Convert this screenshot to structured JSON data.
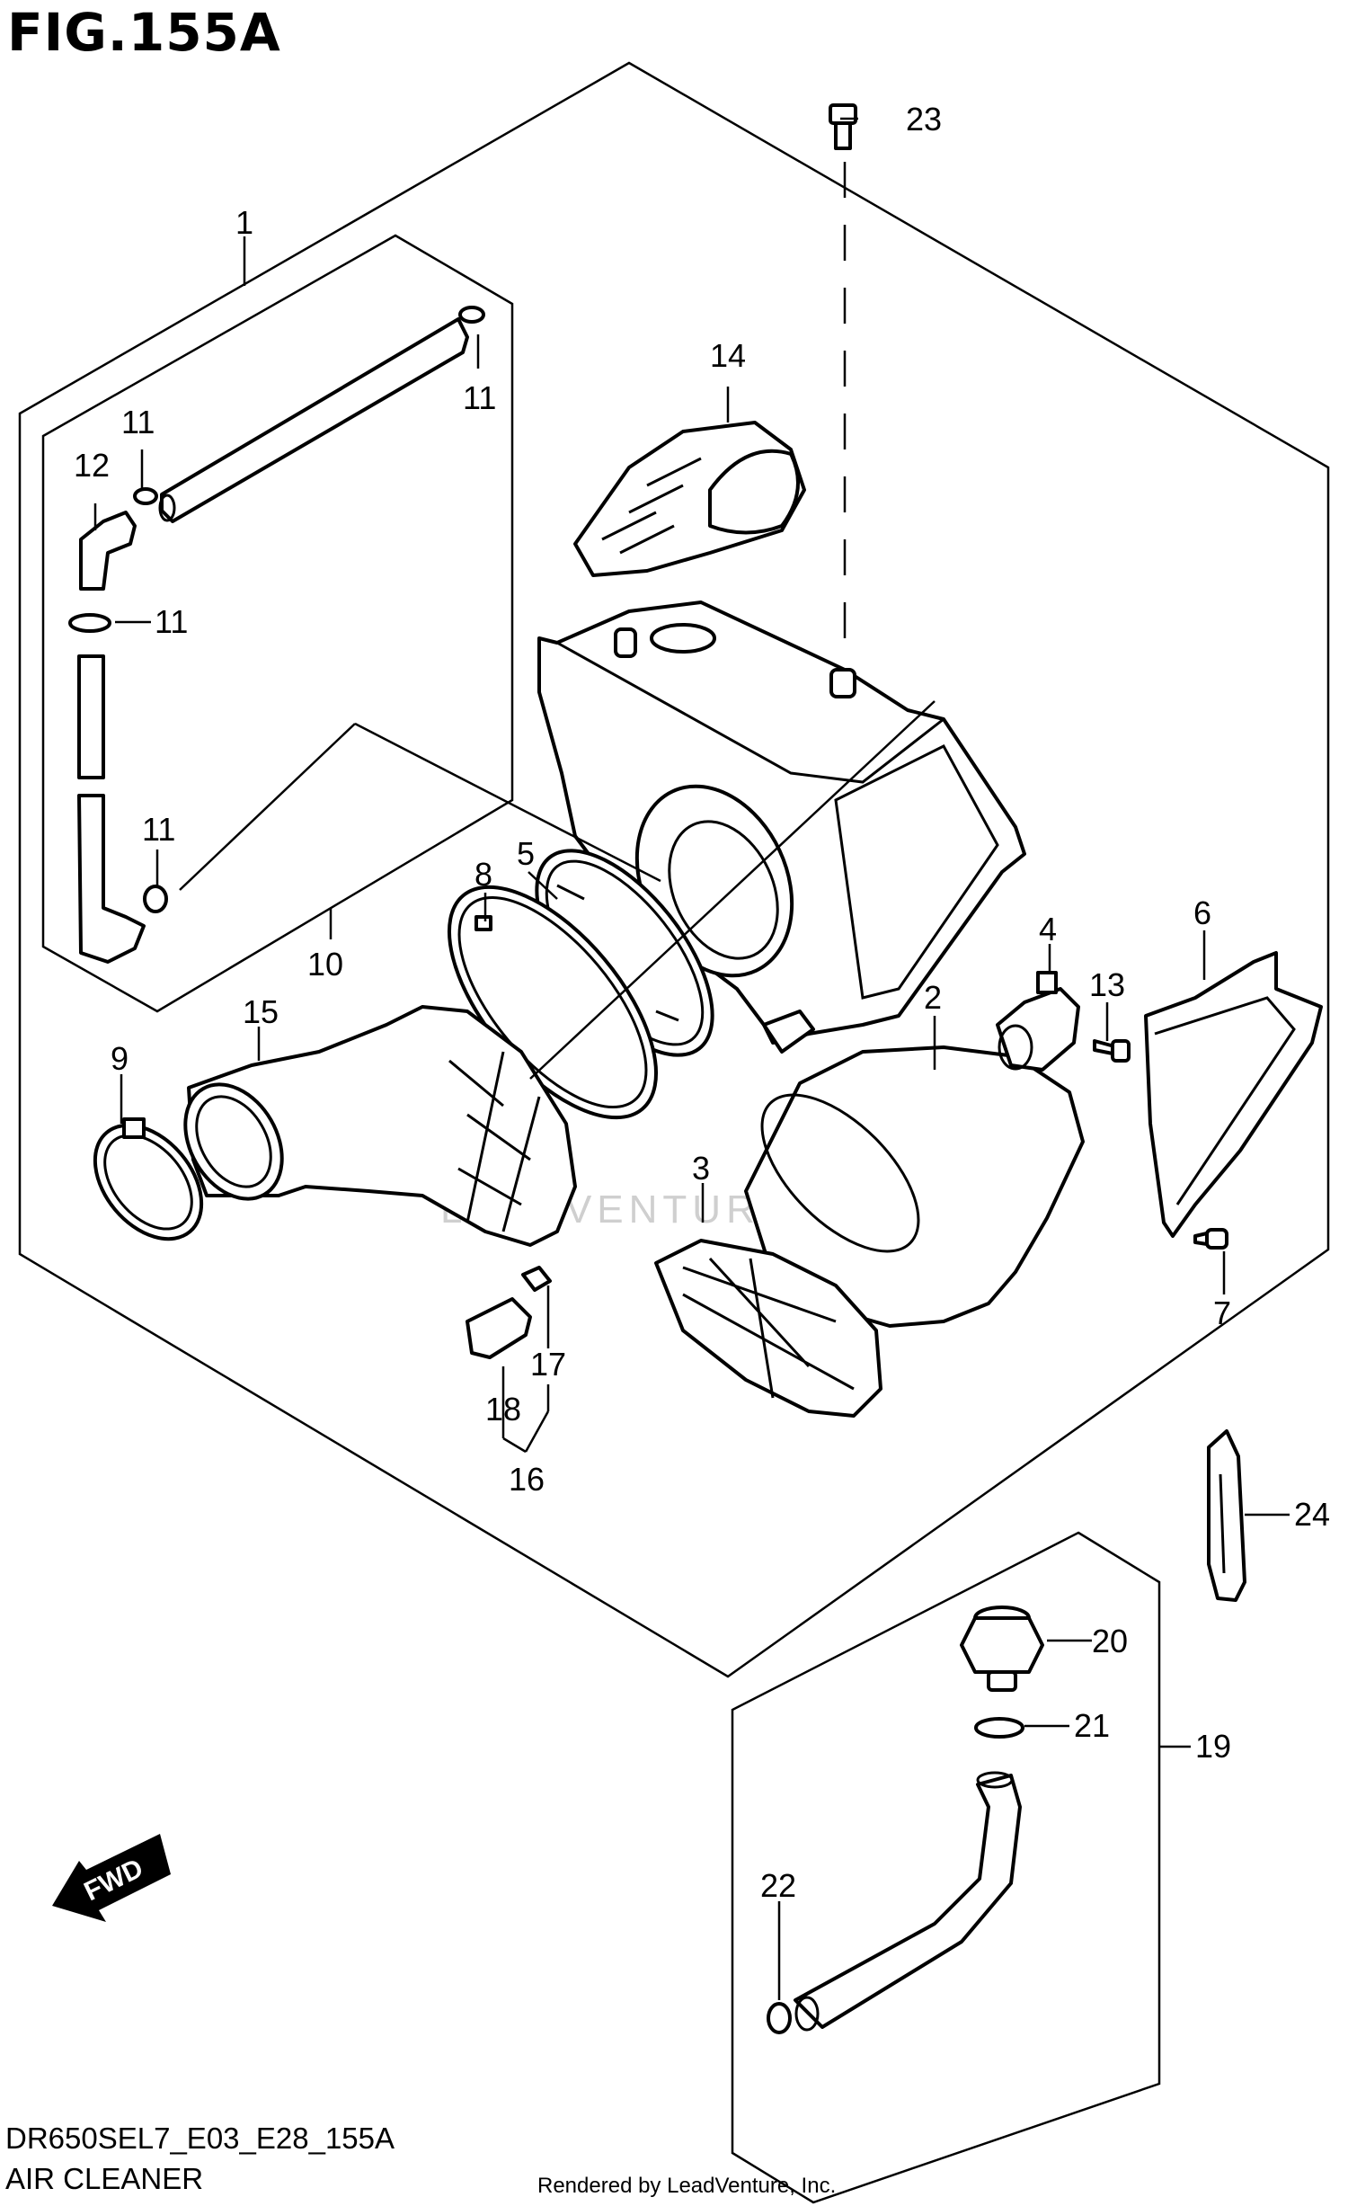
{
  "figure_title": "FIG.155A",
  "model_code": "DR650SEL7_E03_E28_155A",
  "caption": "AIR CLEANER",
  "credit": "Rendered by LeadVenture, Inc.",
  "fwd_label": "FWD",
  "watermark": "LEADVENTURE",
  "callouts": {
    "c1": "1",
    "c2": "2",
    "c3": "3",
    "c4": "4",
    "c5": "5",
    "c6": "6",
    "c7": "7",
    "c8": "8",
    "c9": "9",
    "c10": "10",
    "c11a": "11",
    "c11b": "11",
    "c11c": "11",
    "c11d": "11",
    "c12": "12",
    "c13": "13",
    "c14": "14",
    "c15": "15",
    "c16": "16",
    "c17": "17",
    "c18": "18",
    "c19": "19",
    "c20": "20",
    "c21": "21",
    "c22": "22",
    "c23": "23",
    "c24": "24"
  }
}
